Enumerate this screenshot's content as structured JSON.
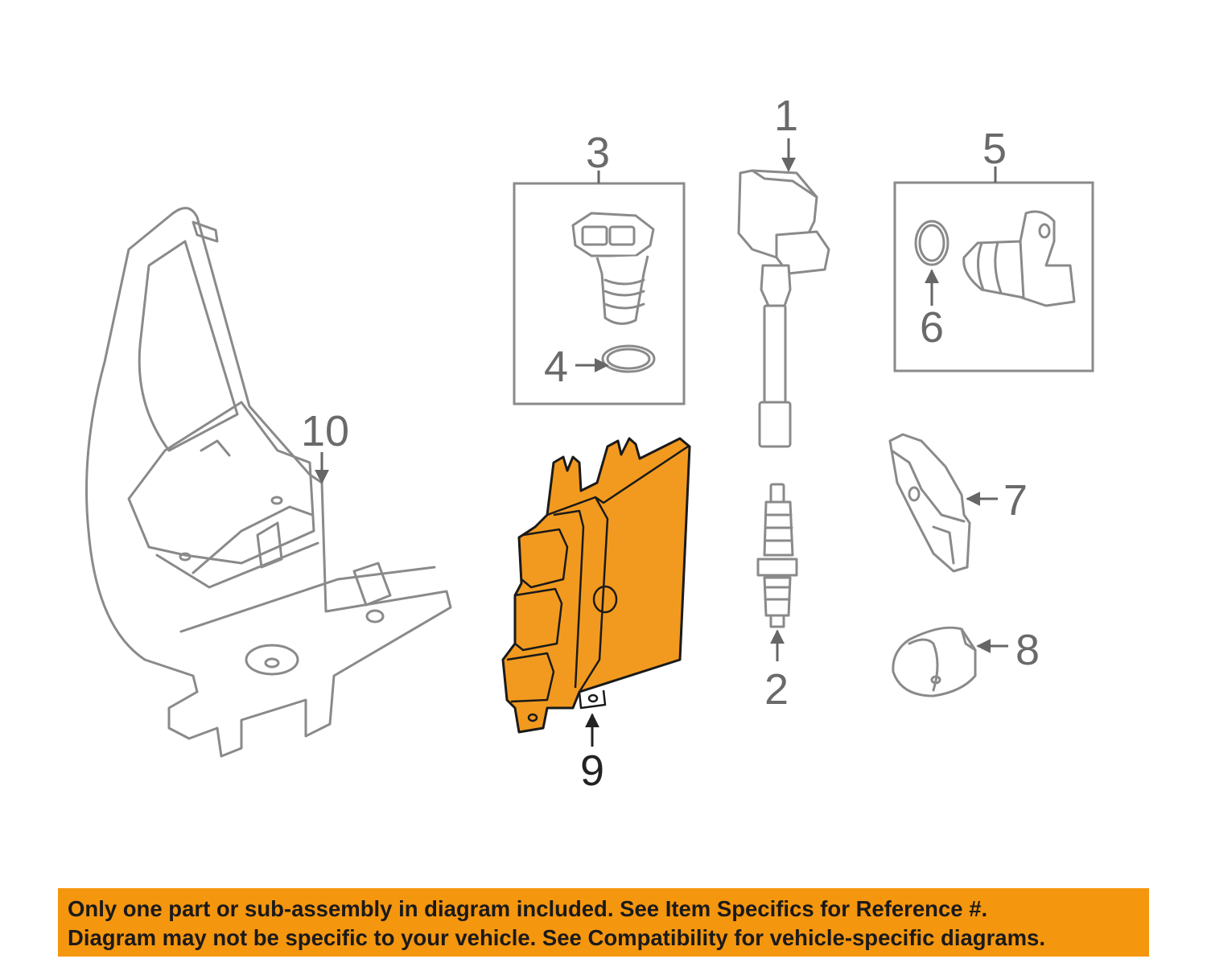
{
  "callouts": [
    {
      "id": "1",
      "label": "1"
    },
    {
      "id": "2",
      "label": "2"
    },
    {
      "id": "3",
      "label": "3"
    },
    {
      "id": "4",
      "label": "4"
    },
    {
      "id": "5",
      "label": "5"
    },
    {
      "id": "6",
      "label": "6"
    },
    {
      "id": "7",
      "label": "7"
    },
    {
      "id": "8",
      "label": "8"
    },
    {
      "id": "9",
      "label": "9"
    },
    {
      "id": "10",
      "label": "10"
    }
  ],
  "highlighted_part": "9",
  "colors": {
    "highlight": "#f29a1f",
    "banner": "#f5960f",
    "line_art": "#8a8a8a",
    "text": "#1a1a1a"
  },
  "disclaimer": {
    "line1": "Only one part or sub-assembly in diagram included. See Item Specifics for Reference #.",
    "line2": "Diagram may not be specific to your vehicle. See Compatibility for vehicle-specific diagrams."
  }
}
